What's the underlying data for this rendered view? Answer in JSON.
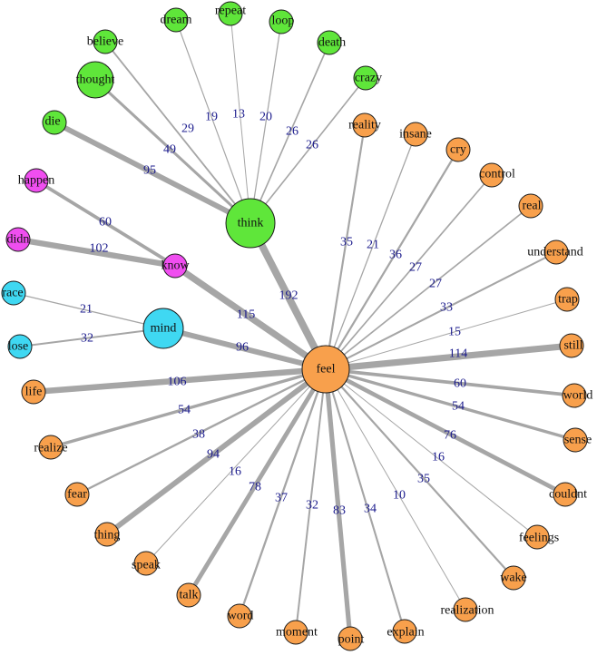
{
  "colors": {
    "green": "#5fe63a",
    "pink": "#f04ef0",
    "cyan": "#3fd8f2",
    "orange": "#f8a04c",
    "edge": "#a6a6a6",
    "weight_text": "#1a1a8c"
  },
  "nodes": [
    {
      "id": "feel",
      "label": "feel",
      "group": "orange",
      "size": "large"
    },
    {
      "id": "think",
      "label": "think",
      "group": "green",
      "size": "large"
    },
    {
      "id": "know",
      "label": "know",
      "group": "pink",
      "size": "small"
    },
    {
      "id": "mind",
      "label": "mind",
      "group": "cyan",
      "size": "medium"
    },
    {
      "id": "believe",
      "label": "believe",
      "group": "green",
      "size": "small"
    },
    {
      "id": "dream",
      "label": "dream",
      "group": "green",
      "size": "small"
    },
    {
      "id": "repeat",
      "label": "repeat",
      "group": "green",
      "size": "small"
    },
    {
      "id": "loop",
      "label": "loop",
      "group": "green",
      "size": "small"
    },
    {
      "id": "death",
      "label": "death",
      "group": "green",
      "size": "small"
    },
    {
      "id": "crazy",
      "label": "crazy",
      "group": "green",
      "size": "small"
    },
    {
      "id": "thought",
      "label": "thought",
      "group": "green",
      "size": "medium"
    },
    {
      "id": "die",
      "label": "die",
      "group": "green",
      "size": "small"
    },
    {
      "id": "happen",
      "label": "happen",
      "group": "pink",
      "size": "small"
    },
    {
      "id": "didn",
      "label": "didn",
      "group": "pink",
      "size": "small"
    },
    {
      "id": "race",
      "label": "race",
      "group": "cyan",
      "size": "small"
    },
    {
      "id": "lose",
      "label": "lose",
      "group": "cyan",
      "size": "small"
    },
    {
      "id": "reality",
      "label": "reality",
      "group": "orange",
      "size": "small"
    },
    {
      "id": "insane",
      "label": "insane",
      "group": "orange",
      "size": "small"
    },
    {
      "id": "cry",
      "label": "cry",
      "group": "orange",
      "size": "small"
    },
    {
      "id": "control",
      "label": "control",
      "group": "orange",
      "size": "small"
    },
    {
      "id": "real",
      "label": "real",
      "group": "orange",
      "size": "small"
    },
    {
      "id": "understand",
      "label": "understand",
      "group": "orange",
      "size": "small"
    },
    {
      "id": "trap",
      "label": "trap",
      "group": "orange",
      "size": "small"
    },
    {
      "id": "still",
      "label": "still",
      "group": "orange",
      "size": "small"
    },
    {
      "id": "world",
      "label": "world",
      "group": "orange",
      "size": "small"
    },
    {
      "id": "sense",
      "label": "sense",
      "group": "orange",
      "size": "small"
    },
    {
      "id": "couldnt",
      "label": "couldnt",
      "group": "orange",
      "size": "small"
    },
    {
      "id": "feelings",
      "label": "feelings",
      "group": "orange",
      "size": "small"
    },
    {
      "id": "wake",
      "label": "wake",
      "group": "orange",
      "size": "small"
    },
    {
      "id": "realization",
      "label": "realization",
      "group": "orange",
      "size": "small"
    },
    {
      "id": "explain",
      "label": "explain",
      "group": "orange",
      "size": "small"
    },
    {
      "id": "point",
      "label": "point",
      "group": "orange",
      "size": "small"
    },
    {
      "id": "moment",
      "label": "moment",
      "group": "orange",
      "size": "small"
    },
    {
      "id": "word",
      "label": "word",
      "group": "orange",
      "size": "small"
    },
    {
      "id": "talk",
      "label": "talk",
      "group": "orange",
      "size": "small"
    },
    {
      "id": "speak",
      "label": "speak",
      "group": "orange",
      "size": "small"
    },
    {
      "id": "thing",
      "label": "thing",
      "group": "orange",
      "size": "small"
    },
    {
      "id": "fear",
      "label": "fear",
      "group": "orange",
      "size": "small"
    },
    {
      "id": "realize",
      "label": "realize",
      "group": "orange",
      "size": "small"
    },
    {
      "id": "life",
      "label": "life",
      "group": "orange",
      "size": "small"
    }
  ],
  "edges": [
    {
      "source": "think",
      "target": "feel",
      "weight": 192
    },
    {
      "source": "know",
      "target": "feel",
      "weight": 115
    },
    {
      "source": "mind",
      "target": "feel",
      "weight": 96
    },
    {
      "source": "think",
      "target": "believe",
      "weight": 29
    },
    {
      "source": "think",
      "target": "dream",
      "weight": 19
    },
    {
      "source": "think",
      "target": "repeat",
      "weight": 13
    },
    {
      "source": "think",
      "target": "loop",
      "weight": 20
    },
    {
      "source": "think",
      "target": "death",
      "weight": 26
    },
    {
      "source": "think",
      "target": "crazy",
      "weight": 26
    },
    {
      "source": "think",
      "target": "thought",
      "weight": 49
    },
    {
      "source": "think",
      "target": "die",
      "weight": 95
    },
    {
      "source": "know",
      "target": "happen",
      "weight": 60
    },
    {
      "source": "know",
      "target": "didn",
      "weight": 102
    },
    {
      "source": "mind",
      "target": "race",
      "weight": 21
    },
    {
      "source": "mind",
      "target": "lose",
      "weight": 32
    },
    {
      "source": "feel",
      "target": "reality",
      "weight": 35
    },
    {
      "source": "feel",
      "target": "insane",
      "weight": 21
    },
    {
      "source": "feel",
      "target": "cry",
      "weight": 36
    },
    {
      "source": "feel",
      "target": "control",
      "weight": 27
    },
    {
      "source": "feel",
      "target": "real",
      "weight": 27
    },
    {
      "source": "feel",
      "target": "understand",
      "weight": 33
    },
    {
      "source": "feel",
      "target": "trap",
      "weight": 15
    },
    {
      "source": "feel",
      "target": "still",
      "weight": 114
    },
    {
      "source": "feel",
      "target": "world",
      "weight": 60
    },
    {
      "source": "feel",
      "target": "sense",
      "weight": 54
    },
    {
      "source": "feel",
      "target": "couldnt",
      "weight": 76
    },
    {
      "source": "feel",
      "target": "feelings",
      "weight": 16
    },
    {
      "source": "feel",
      "target": "wake",
      "weight": 35
    },
    {
      "source": "feel",
      "target": "realization",
      "weight": 10
    },
    {
      "source": "feel",
      "target": "explain",
      "weight": 34
    },
    {
      "source": "feel",
      "target": "point",
      "weight": 83
    },
    {
      "source": "feel",
      "target": "moment",
      "weight": 32
    },
    {
      "source": "feel",
      "target": "word",
      "weight": 37
    },
    {
      "source": "feel",
      "target": "talk",
      "weight": 78
    },
    {
      "source": "feel",
      "target": "speak",
      "weight": 16
    },
    {
      "source": "feel",
      "target": "thing",
      "weight": 94
    },
    {
      "source": "feel",
      "target": "fear",
      "weight": 38
    },
    {
      "source": "feel",
      "target": "realize",
      "weight": 54
    },
    {
      "source": "feel",
      "target": "life",
      "weight": 106
    }
  ]
}
